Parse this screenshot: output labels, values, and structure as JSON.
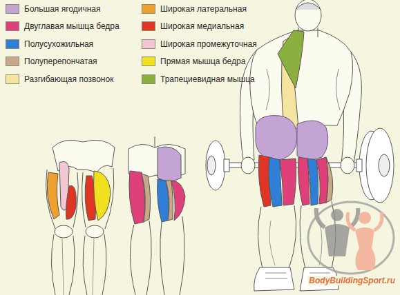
{
  "diagram": {
    "labels": [
      "BodyBuildingSport.ru"
    ],
    "legend": [
      {
        "text": "Большая ягодичная",
        "color": "#c4a4d4"
      },
      {
        "text": "Двуглавая мышца бедра",
        "color": "#e0407a"
      },
      {
        "text": "Полусухожильная",
        "color": "#2f7ed8"
      },
      {
        "text": "Полуперепончатая",
        "color": "#c8a887"
      },
      {
        "text": "Разгибающая позвонок",
        "color": "#f5e3a0"
      },
      {
        "text": "Широкая латеральная",
        "color": "#f0a030"
      },
      {
        "text": "Широкая медиальная",
        "color": "#e03525"
      },
      {
        "text": "Широкая промежуточная",
        "color": "#f2c6d2"
      },
      {
        "text": "Прямая мышца бедра",
        "color": "#f0e020"
      },
      {
        "text": "Трапециевидная мышца",
        "color": "#8cb040"
      }
    ]
  }
}
